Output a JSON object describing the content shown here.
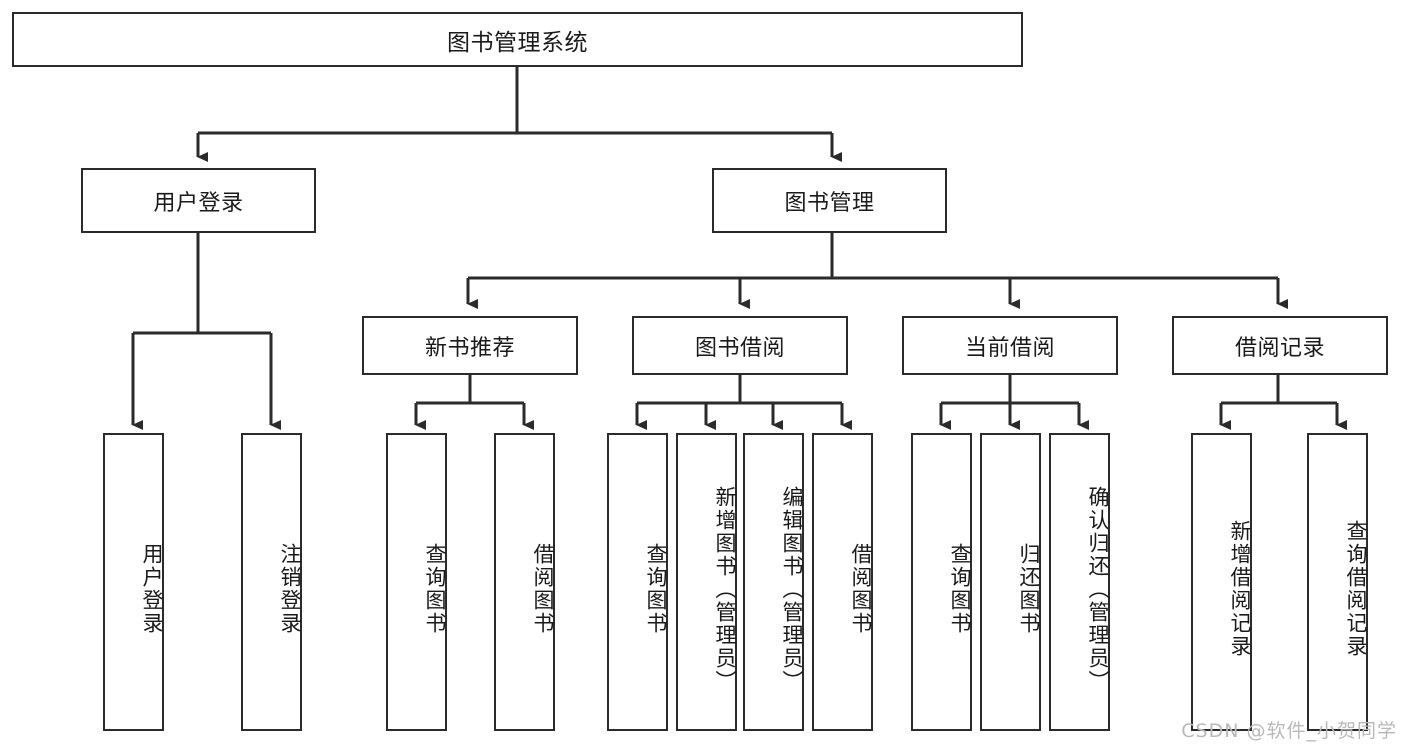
{
  "diagram": {
    "type": "tree",
    "title": "图书管理系统",
    "watermark": "CSDN @软件_小贺同学",
    "line_color": "#2b2b2b",
    "text_color": "#1a1a1a",
    "background": "#ffffff",
    "levels": {
      "root": {
        "label": "图书管理系统"
      },
      "level2": [
        {
          "label": "用户登录"
        },
        {
          "label": "图书管理"
        }
      ],
      "level3": [
        {
          "label": "新书推荐"
        },
        {
          "label": "图书借阅"
        },
        {
          "label": "当前借阅"
        },
        {
          "label": "借阅记录"
        }
      ],
      "leaves": {
        "user_login": [
          {
            "label": "用户登录"
          },
          {
            "label": "注销登录"
          }
        ],
        "new_book_recommend": [
          {
            "label": "查询图书"
          },
          {
            "label": "借阅图书"
          }
        ],
        "book_borrow": [
          {
            "label": "查询图书"
          },
          {
            "label": "新增图书（管理员）"
          },
          {
            "label": "编辑图书（管理员）"
          },
          {
            "label": "借阅图书"
          }
        ],
        "current_borrow": [
          {
            "label": "查询图书"
          },
          {
            "label": "归还图书"
          },
          {
            "label": "确认归还（管理员）"
          }
        ],
        "borrow_record": [
          {
            "label": "新增借阅记录"
          },
          {
            "label": "查询借阅记录"
          }
        ]
      }
    }
  }
}
